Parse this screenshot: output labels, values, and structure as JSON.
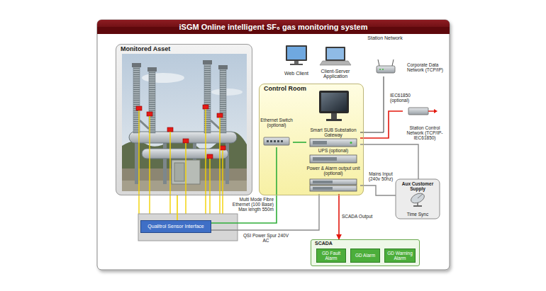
{
  "diagram": {
    "title": "iSGM Online intelligent SF₆ gas monitoring system",
    "nodes": [
      {
        "text": [
          "Monitored Asset"
        ]
      },
      {
        "text": [
          "Web Client"
        ]
      },
      {
        "text": [
          "Client-Server Application"
        ]
      },
      {
        "text": [
          "Station Network"
        ]
      },
      {
        "text": [
          "Control Room"
        ]
      },
      {
        "text": [
          "Ethernet Switch (optional)"
        ],
        "in": 4
      },
      {
        "text": [
          "Smart SUB Substation Gateway"
        ],
        "in": 4
      },
      {
        "text": [
          "UPS (optional)"
        ],
        "in": 4
      },
      {
        "text": [
          "Power & Alarm output unit (optional)"
        ],
        "in": 4
      },
      {
        "text": [
          "Station Control Network (TCP/IP- IEC61850)"
        ]
      },
      {
        "text": [
          "Aux Customer Supply",
          "Time Sync"
        ]
      },
      {
        "text": [
          "Qualitrol Sensor Interface"
        ]
      },
      {
        "text": [
          "SCADA"
        ]
      },
      {
        "text": [
          "GD Fault Alarm"
        ],
        "in": 12
      },
      {
        "text": [
          "GD Alarm"
        ],
        "in": 12
      },
      {
        "text": [
          "GD Warning Alarm"
        ],
        "in": 12
      }
    ],
    "edges": [
      {
        "from": 0,
        "to": 11,
        "arrow": "none"
      },
      {
        "from": 11,
        "to": 5,
        "label": "Multi Mode Fibre Ethernet (100 Base) Max length 550m",
        "arrow": "none"
      },
      {
        "from": 5,
        "to": 6,
        "arrow": "none"
      },
      {
        "from": 8,
        "to": 11,
        "label": "QSI Power Spur 240V AC",
        "arrow": "none"
      },
      {
        "from": 8,
        "to": 12,
        "label": "SCADA Output",
        "arrow": "to"
      },
      {
        "from": 10,
        "to": 8,
        "label": "Mains Input (240v 50hz)",
        "arrow": "none"
      },
      {
        "from": 6,
        "to": 10,
        "arrow": "none"
      },
      {
        "from": 6,
        "to": 9,
        "label": "IEC61850 (optional)",
        "arrow": "none"
      },
      {
        "from": 6,
        "to": 3,
        "arrow": "none"
      }
    ],
    "labels": [
      "Corporate Data Network (TCP/IP)"
    ]
  }
}
